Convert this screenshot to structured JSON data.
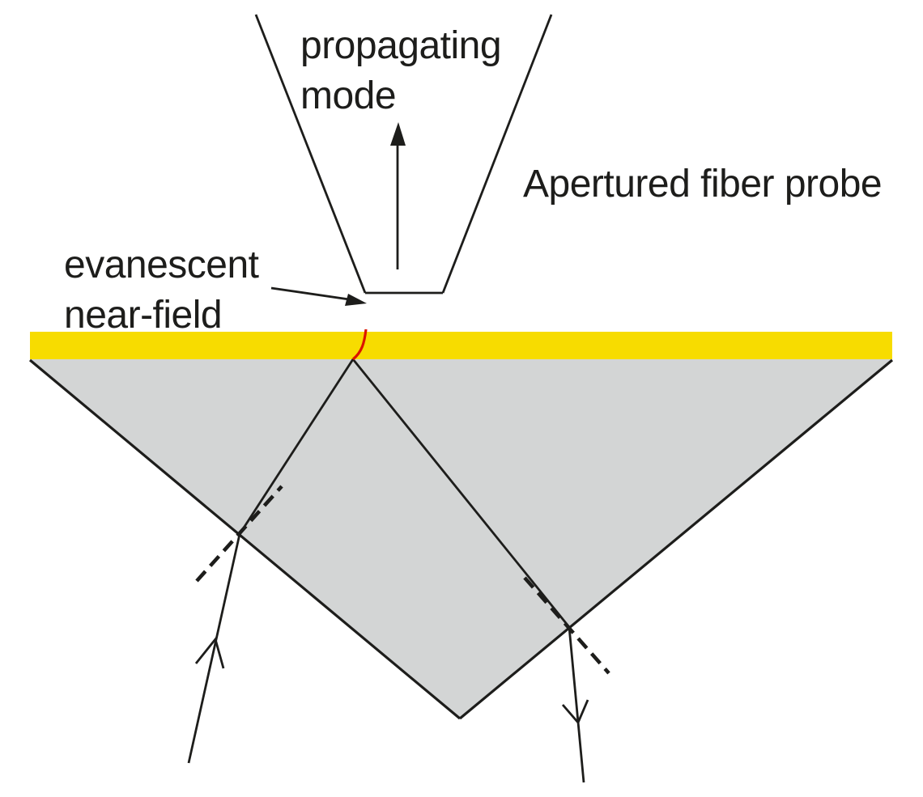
{
  "labels": {
    "propagating_mode": {
      "line1": "propagating",
      "line2": "mode"
    },
    "apertured_probe": "Apertured fiber probe",
    "evanescent_near_field": {
      "line1": "evanescent",
      "line2": "near-field"
    }
  },
  "colors": {
    "ink": "#1d1d1b",
    "film_yellow": "#f7dc00",
    "prism_gray": "#d3d5d5",
    "evanescent_red": "#dc1400"
  }
}
